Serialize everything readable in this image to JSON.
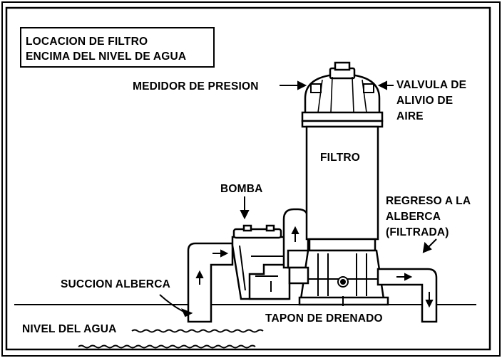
{
  "title_box": {
    "line1": "LOCACION DE FILTRO",
    "line2": "ENCIMA DEL NIVEL DE AGUA"
  },
  "labels": {
    "pressure_gauge": "MEDIDOR DE PRESION",
    "air_relief_line1": "VALVULA DE",
    "air_relief_line2": "ALIVIO DE",
    "air_relief_line3": "AIRE",
    "filter": "FILTRO",
    "pump": "BOMBA",
    "return_line1": "REGRESO A LA",
    "return_line2": "ALBERCA",
    "return_line3": "(FILTRADA)",
    "pool_suction": "SUCCION ALBERCA",
    "drain_plug": "TAPON DE DRENADO",
    "water_level": "NIVEL DEL AGUA"
  },
  "colors": {
    "ink": "#000000",
    "background": "#ffffff"
  }
}
